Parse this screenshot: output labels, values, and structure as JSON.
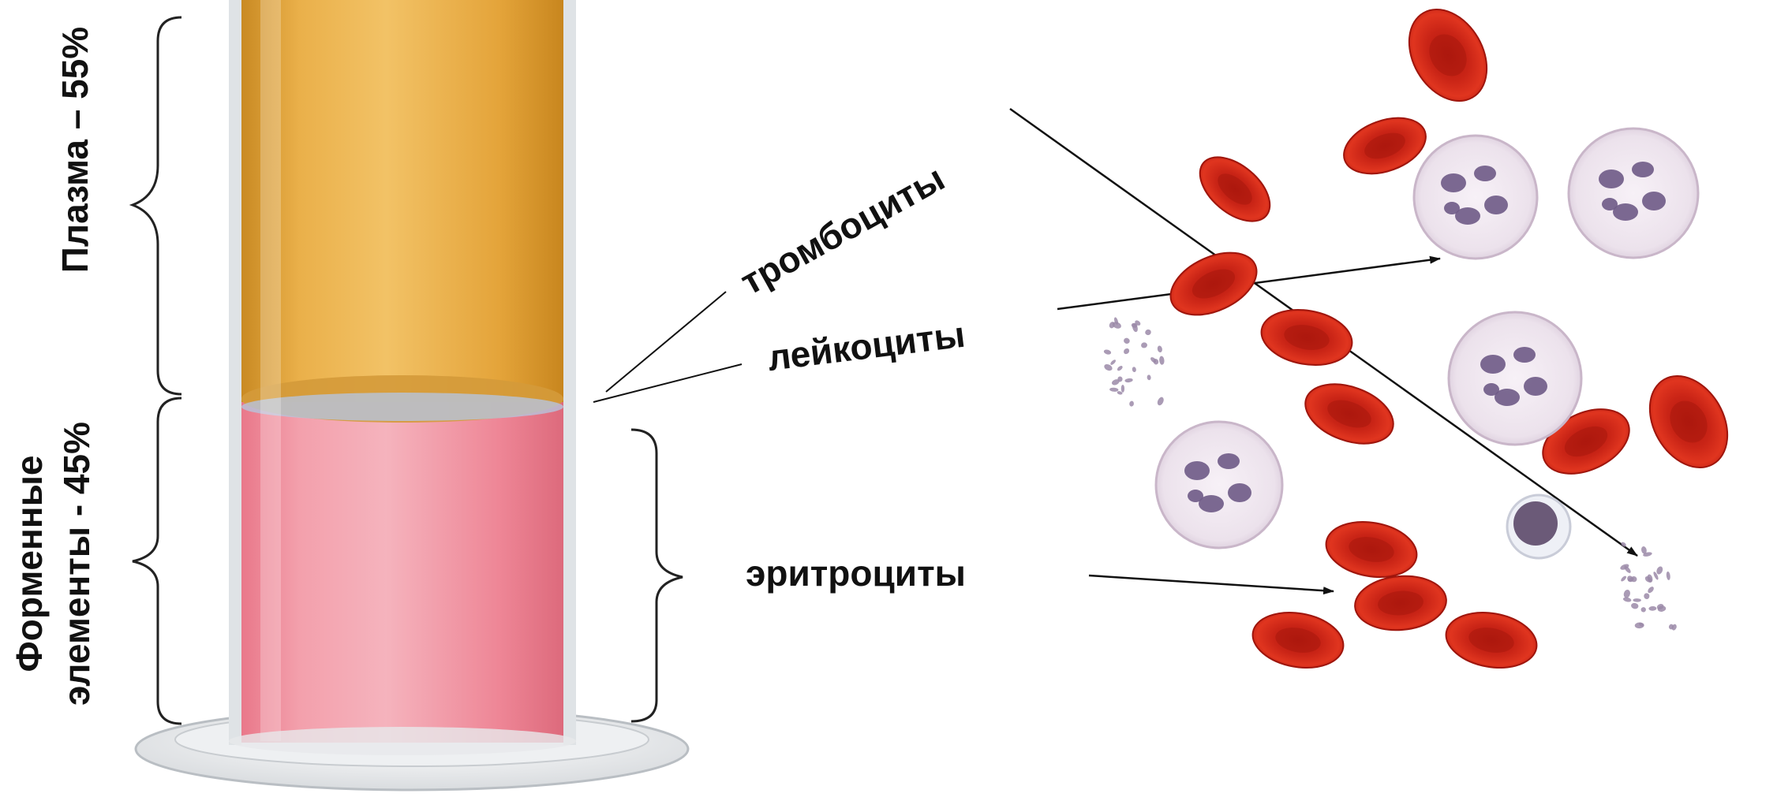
{
  "labels": {
    "plasma": "Плазма – 55%",
    "formed_line1": "Форменные",
    "formed_line2": "элементы - 45%",
    "platelets": "тромбоциты",
    "leukocytes": "лейкоциты",
    "erythrocytes": "эритроциты"
  },
  "composition": [
    {
      "component": "Плазма",
      "percent": 55
    },
    {
      "component": "Форменные элементы",
      "percent": 45
    }
  ],
  "colors": {
    "plasma": "#e9a93c",
    "formed_elements": "#ee7c8c",
    "erythrocyte": "#d7261a",
    "leukocyte_nucleus": "#6e5a86",
    "platelet": "#9b8aa8",
    "label": "#111111"
  }
}
